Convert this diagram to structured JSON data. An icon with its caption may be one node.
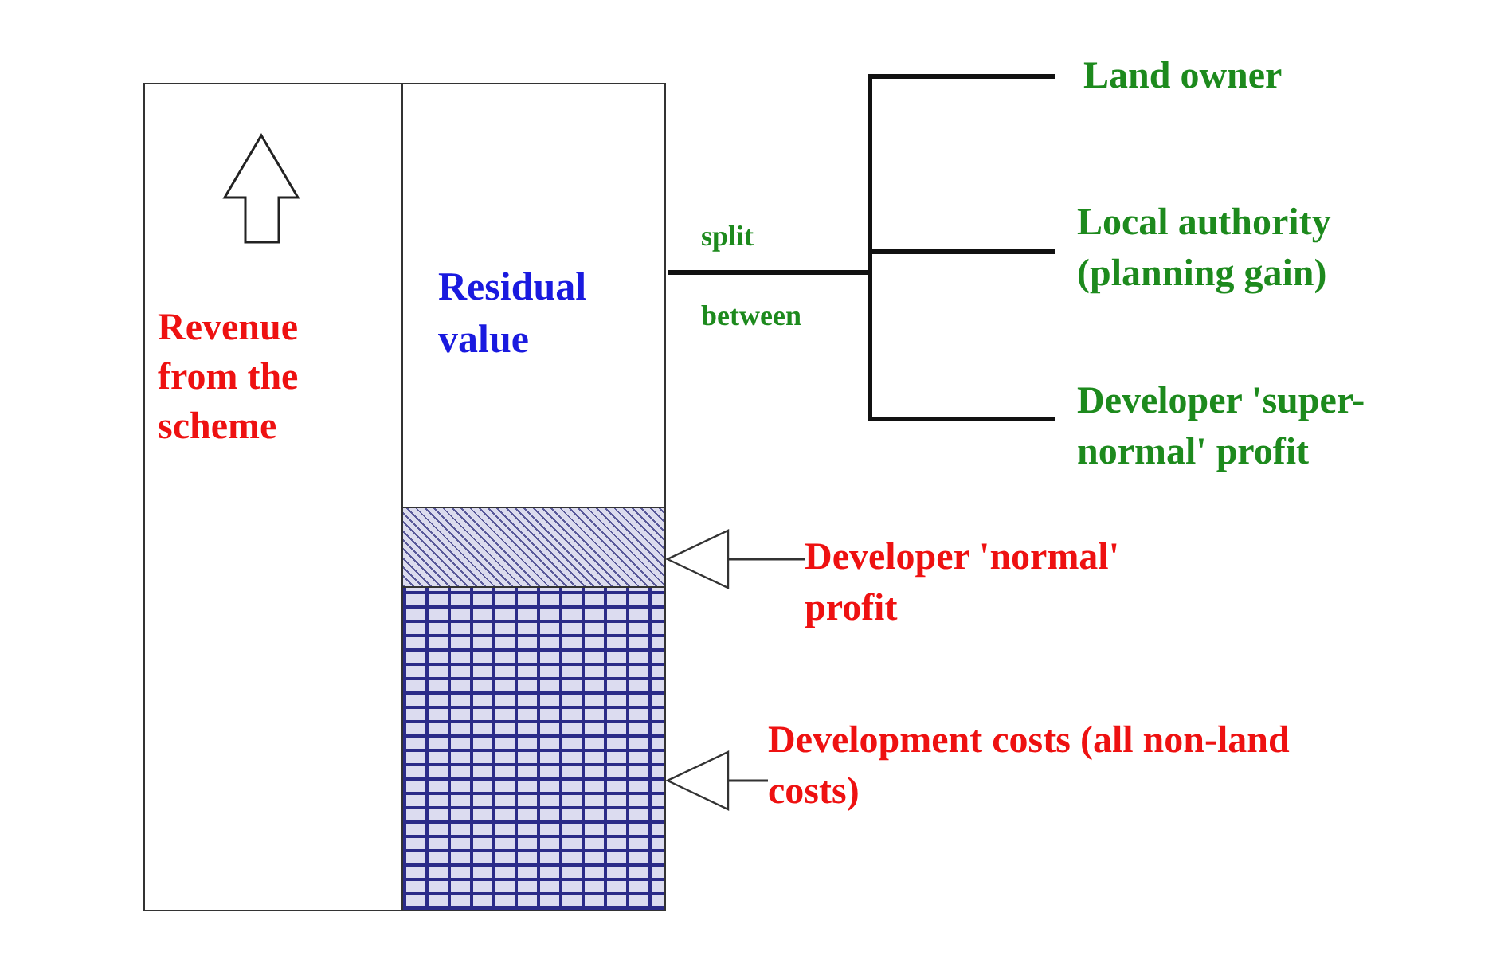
{
  "diagram": {
    "nodes": [
      {
        "text": [
          "Revenue from the scheme"
        ]
      },
      {
        "text": [
          "Residual value"
        ]
      },
      {
        "text": [],
        "shape": "bar"
      },
      {
        "text": [],
        "shape": "bar"
      },
      {
        "text": [
          "Land owner"
        ]
      },
      {
        "text": [
          "Local authority (planning gain)"
        ]
      },
      {
        "text": [
          "Developer 'super-normal' profit"
        ]
      },
      {
        "text": [
          "Developer 'normal' profit"
        ]
      },
      {
        "text": [
          "Development costs (all non-land costs)"
        ]
      }
    ],
    "edges": [
      {
        "from": 1,
        "to": 4,
        "arrow": "none"
      },
      {
        "from": 1,
        "to": 5,
        "arrow": "none"
      },
      {
        "from": 1,
        "to": 6,
        "arrow": "none"
      },
      {
        "from": 7,
        "to": 2,
        "arrow": "to"
      },
      {
        "from": 8,
        "to": 3,
        "arrow": "to"
      }
    ],
    "labels": [
      "split",
      "between"
    ]
  }
}
